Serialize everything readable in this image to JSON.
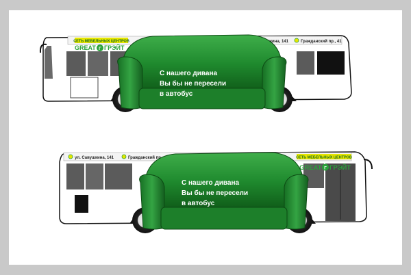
{
  "buses": [
    {
      "id": "right-facing",
      "network_label": "СЕТЬ МЕБЕЛЬНЫХ ЦЕНТРОВ",
      "brand": "GREAT",
      "brand_mark": "Г",
      "brand_tail": "ГРЭЙТ",
      "addresses": [
        "ул. Савушкина, 141",
        "Гражданский пр., 41"
      ],
      "slogan": [
        "С нашего дивана",
        "Вы бы не пересели",
        "в автобус"
      ]
    },
    {
      "id": "left-facing",
      "network_label": "СЕТЬ МЕБЕЛЬНЫХ ЦЕНТРОВ",
      "brand": "GREAT",
      "brand_mark": "Г",
      "brand_tail": "ГРЭЙТ",
      "addresses": [
        "ул. Савушкина, 141",
        "Гражданский пр., 41"
      ],
      "slogan": [
        "С нашего дивана",
        "Вы бы не пересели",
        "в автобус"
      ]
    }
  ],
  "colors": {
    "background": "#c9c9c9",
    "sheet": "#ffffff",
    "sofa_green": "#1f8a2e",
    "sofa_dark": "#0f5a18",
    "brand_green": "#2aa23a",
    "label_yellow": "#e6e600",
    "window_gray": "#5b5b5b"
  }
}
